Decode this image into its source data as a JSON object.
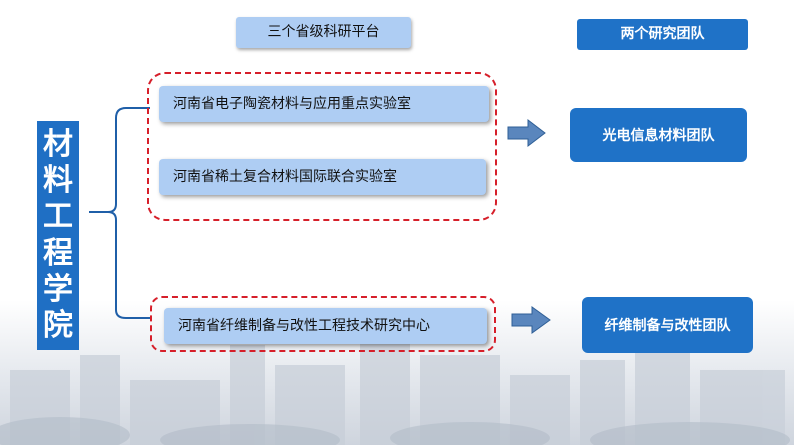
{
  "header": {
    "platforms_label": "三个省级科研平台",
    "teams_label": "两个研究团队"
  },
  "college": {
    "chars": [
      "材",
      "料",
      "工",
      "程",
      "学",
      "院"
    ]
  },
  "labs": [
    {
      "label": "河南省电子陶瓷材料与应用重点实验室"
    },
    {
      "label": "河南省稀土复合材料国际联合实验室"
    },
    {
      "label": "河南省纤维制备与改性工程技术研究中心"
    }
  ],
  "teams": [
    {
      "label": "光电信息材料团队"
    },
    {
      "label": "纤维制备与改性团队"
    }
  ],
  "colors": {
    "primary_blue": "#1f72c7",
    "light_blue": "#aecdf3",
    "dash_red": "#d61f2a",
    "arrow_fill": "#5a86bd"
  }
}
